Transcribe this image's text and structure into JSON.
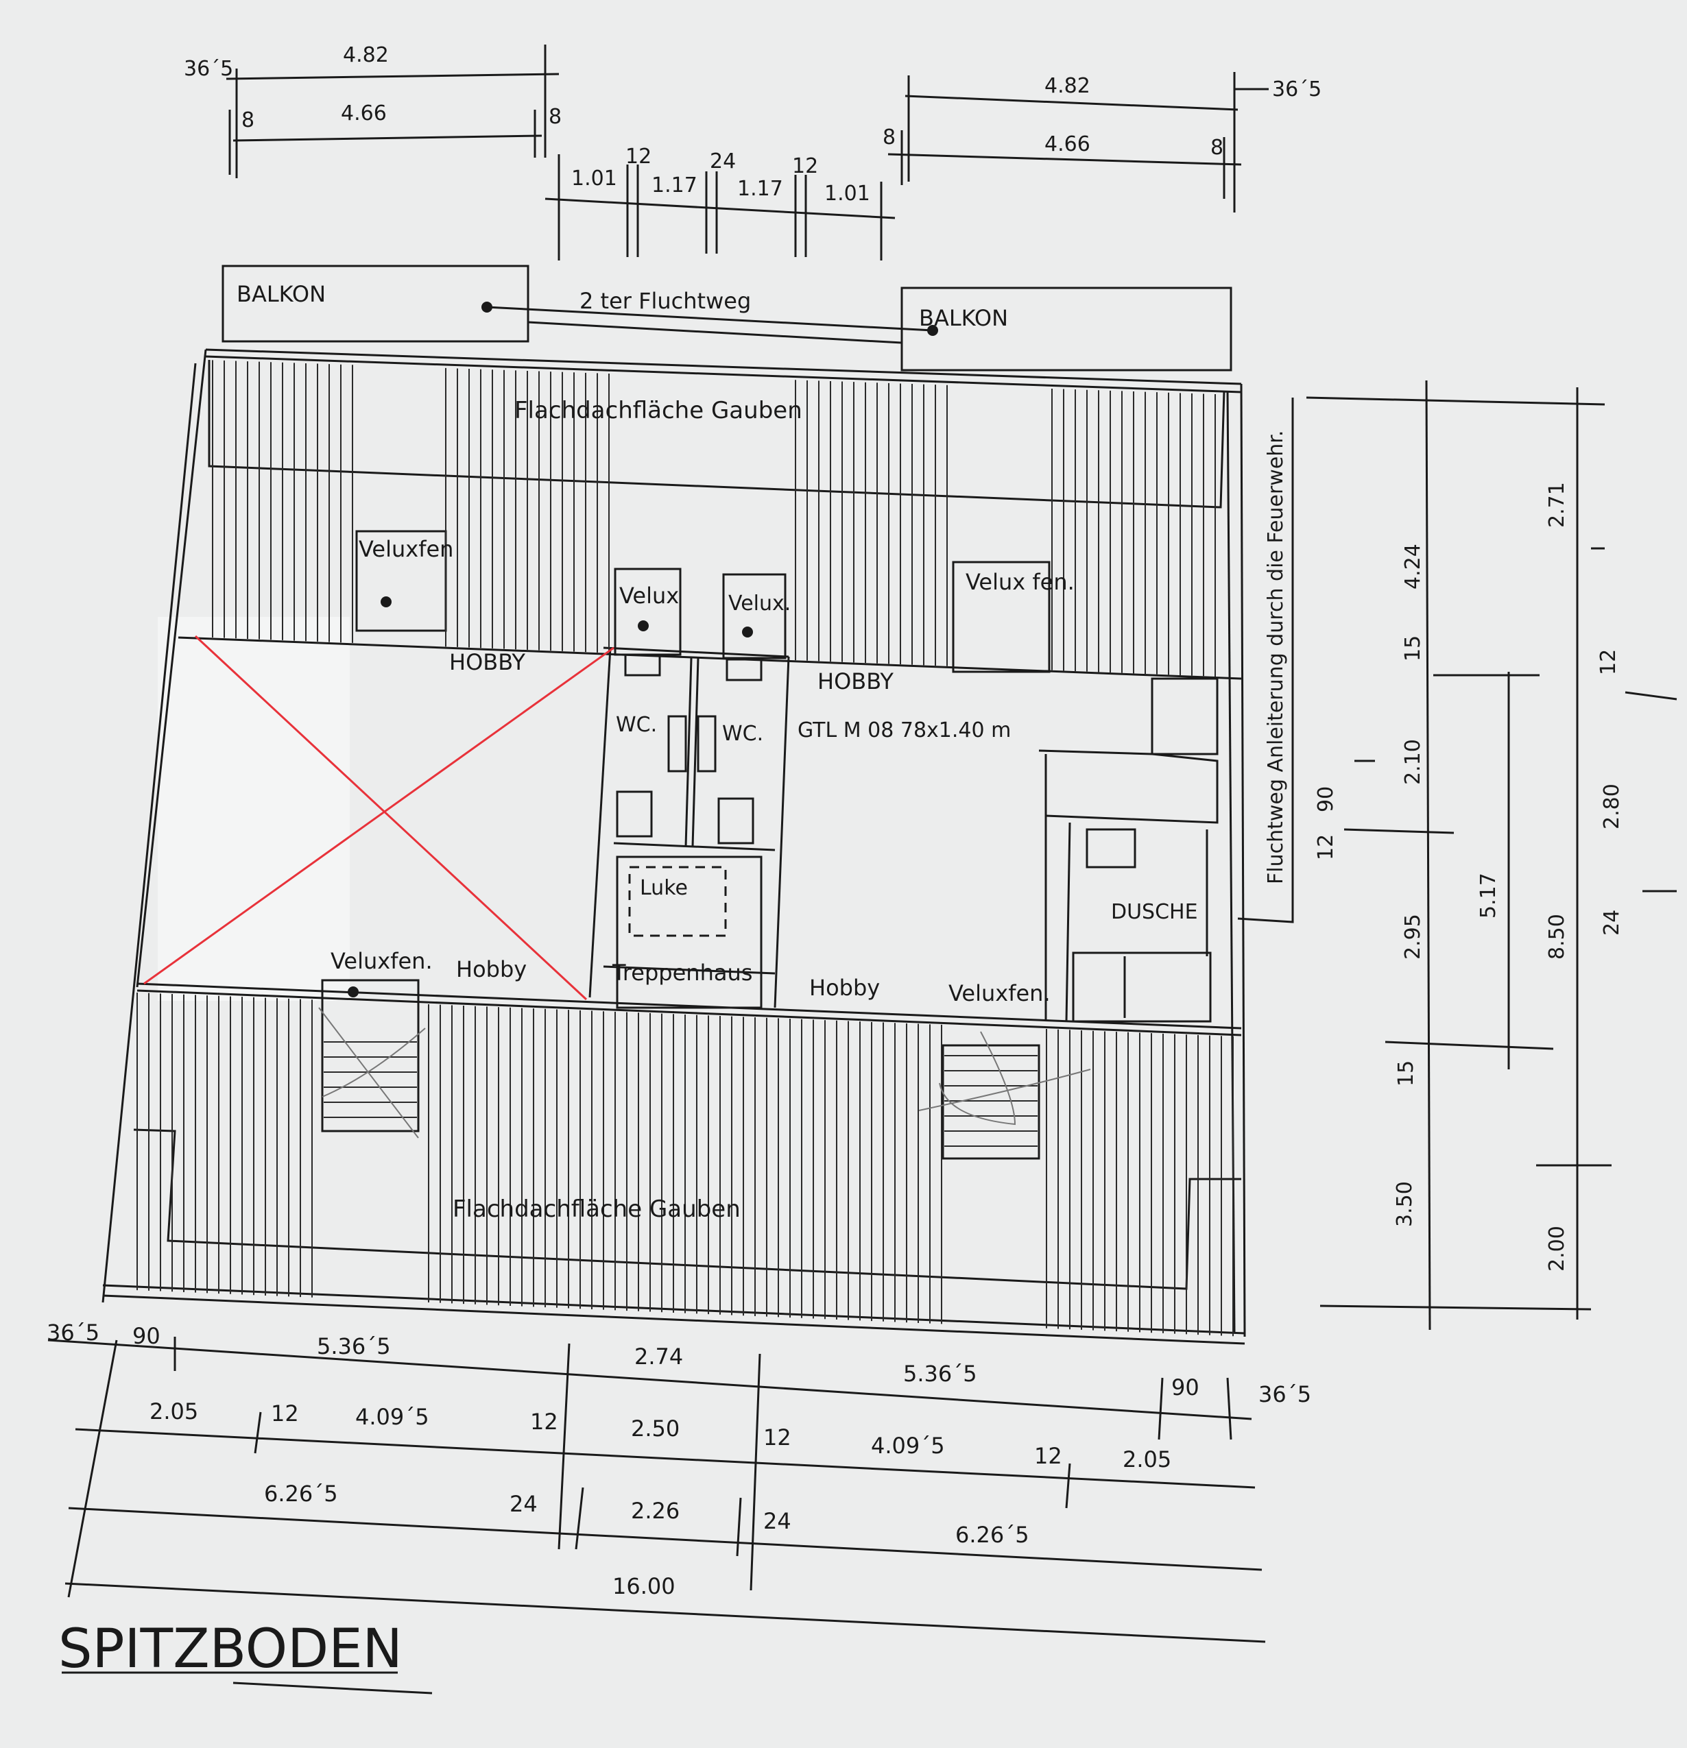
{
  "title": "SPITZBODEN",
  "rooms": {
    "balkon_left": "BALKON",
    "balkon_right": "BALKON",
    "escape_route": "2 ter Fluchtweg",
    "roof_top": "Flachdachfläche Gauben",
    "roof_bottom": "Flachdachfläche Gauben",
    "velux_tl": "Veluxfen",
    "velux_c1": "Velux",
    "velux_c2": "Velux.",
    "velux_tr": "Velux fen.",
    "velux_bl": "Veluxfen.",
    "velux_br": "Veluxfen.",
    "hobby_tl": "HOBBY",
    "hobby_tr": "HOBBY",
    "hobby_bl": "Hobby",
    "hobby_br": "Hobby",
    "wc_left": "WC.",
    "wc_right": "WC.",
    "gtl": "GTL M 08  78x1.40 m",
    "luke": "Luke",
    "treppenhaus": "Treppenhaus",
    "dusche": "DUSCHE",
    "fire_route": "Fluchtweg  Anleiterung  durch die  Feuerwehr."
  },
  "dims_top": {
    "l_365": "36´5",
    "l_482": "4.82",
    "l_8a": "8",
    "l_466": "4.66",
    "l_8b": "8",
    "m_101a": "1.01",
    "m_12a": "12",
    "m_117a": "1.17",
    "m_24": "24",
    "m_117b": "1.17",
    "m_12b": "12",
    "m_101b": "1.01",
    "r_482": "4.82",
    "r_365": "36´5",
    "r_8a": "8",
    "r_466": "4.66",
    "r_8b": "8"
  },
  "dims_bottom": {
    "a_365": "36´5",
    "a_90": "90",
    "a_5365": "5.36´5",
    "a_274": "2.74",
    "a_5365b": "5.36´5",
    "a_90b": "90",
    "a_365b": "36´5",
    "b_205": "2.05",
    "b_12": "12",
    "b_4095": "4.09´5",
    "b_12b": "12",
    "b_250": "2.50",
    "b_12c": "12",
    "b_4095b": "4.09´5",
    "b_12d": "12",
    "b_205b": "2.05",
    "c_6265": "6.26´5",
    "c_24": "24",
    "c_226": "2.26",
    "c_24b": "24",
    "c_6265b": "6.26´5",
    "d_1600": "16.00"
  },
  "dims_right": {
    "c1_12": "12",
    "c1_90": "90",
    "c2_424": "4.24",
    "c2_15": "15",
    "c2_210": "2.10",
    "c2_295": "2.95",
    "c2_15b": "15",
    "c2_350": "3.50",
    "c3_517": "5.17",
    "c4_271": "2.71",
    "c4_12": "12",
    "c4_280": "2.80",
    "c4_850": "8.50",
    "c4_24": "24",
    "c4_200": "2.00"
  }
}
